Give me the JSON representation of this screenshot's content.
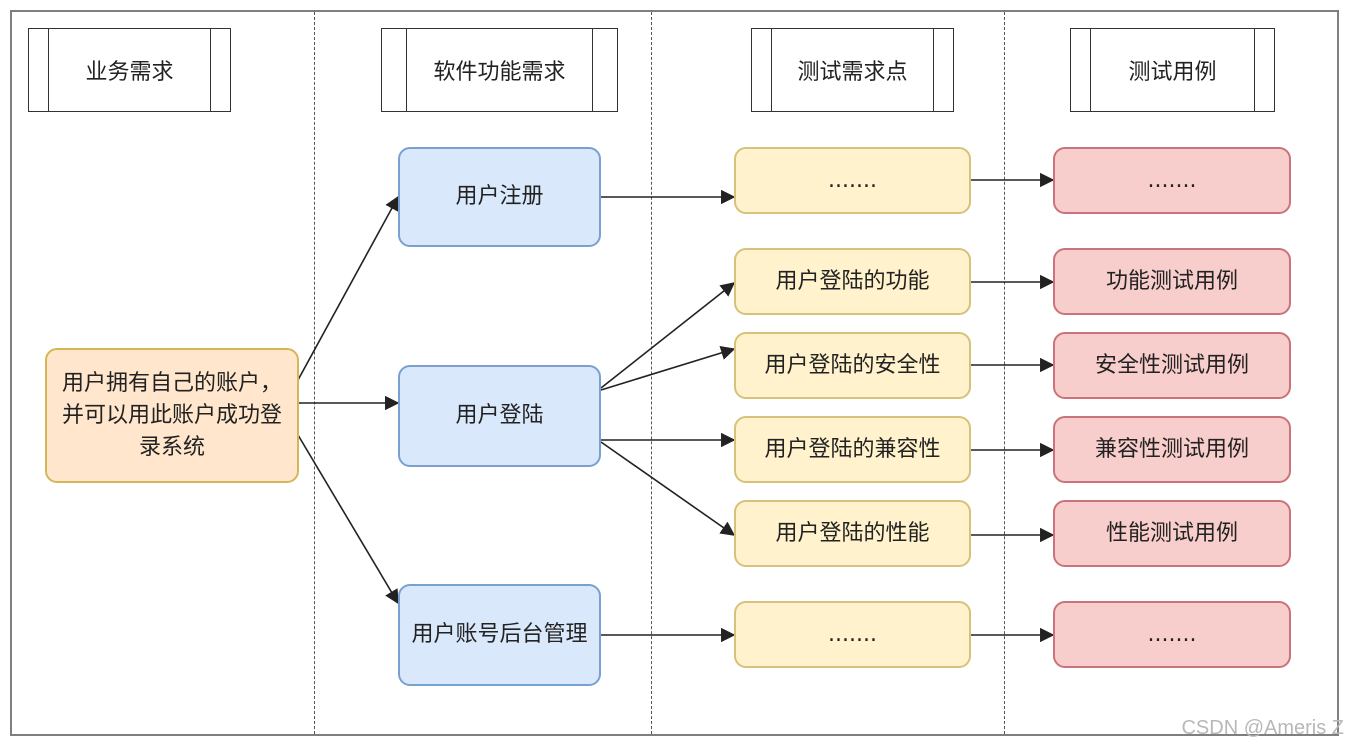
{
  "headers": [
    "业务需求",
    "软件功能需求",
    "测试需求点",
    "测试用例"
  ],
  "business": "用户拥有自己的账户，并可以用此账户成功登录系统",
  "functions": [
    "用户注册",
    "用户登陆",
    "用户账号后台管理"
  ],
  "test_points": [
    ".......",
    "用户登陆的功能",
    "用户登陆的安全性",
    "用户登陆的兼容性",
    "用户登陆的性能",
    "......."
  ],
  "test_cases": [
    ".......",
    "功能测试用例",
    "安全性测试用例",
    "兼容性测试用例",
    "性能测试用例",
    "......."
  ],
  "watermark": "CSDN @Ameris Z",
  "colors": {
    "business_fill": "#ffe6cc",
    "business_stroke": "#d6b656",
    "function_fill": "#dae8fc",
    "function_stroke": "#7aa0cf",
    "point_fill": "#fff2cc",
    "point_stroke": "#d6c27a",
    "case_fill": "#f8cecc",
    "case_stroke": "#c9737a"
  }
}
